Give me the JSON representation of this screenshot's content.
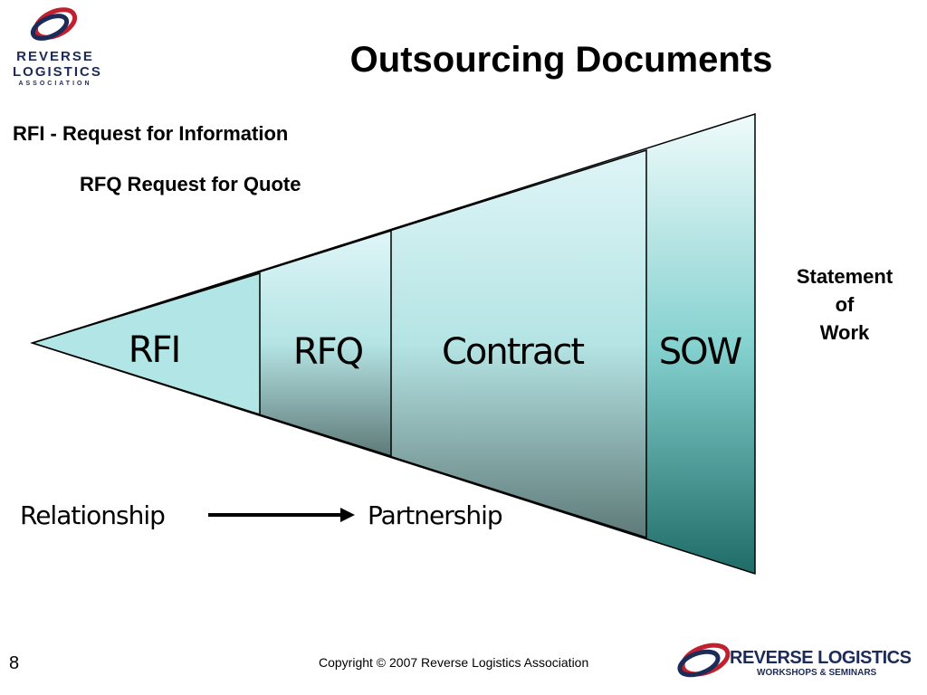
{
  "title": "Outsourcing Documents",
  "definitions": {
    "rfi": "RFI - Request for Information",
    "rfq": "RFQ Request for Quote",
    "sow_lines": [
      "Statement",
      "of",
      "Work"
    ]
  },
  "funnel": {
    "segments": [
      {
        "label": "RFI"
      },
      {
        "label": "RFQ"
      },
      {
        "label": "Contract"
      },
      {
        "label": "SOW"
      }
    ],
    "colors": {
      "light": "#dff5f7",
      "mid": "#b5e4e4",
      "dark": "#5e7a78",
      "sow_top": "#f0fbfb",
      "sow_bottom": "#1e6b68",
      "rfi_fill": "#b2e6e6"
    }
  },
  "flow": {
    "from": "Relationship",
    "to": "Partnership"
  },
  "footer": {
    "page_number": "8",
    "copyright": "Copyright © 2007 Reverse Logistics Association"
  },
  "logos": {
    "top_lines": [
      "REVERSE",
      "LOGISTICS",
      "ASSOCIATION"
    ],
    "bottom_lines": [
      "REVERSE LOGISTICS",
      "WORKSHOPS & SEMINARS"
    ],
    "colors": {
      "red": "#c3202f",
      "blue": "#1c2b58"
    }
  }
}
